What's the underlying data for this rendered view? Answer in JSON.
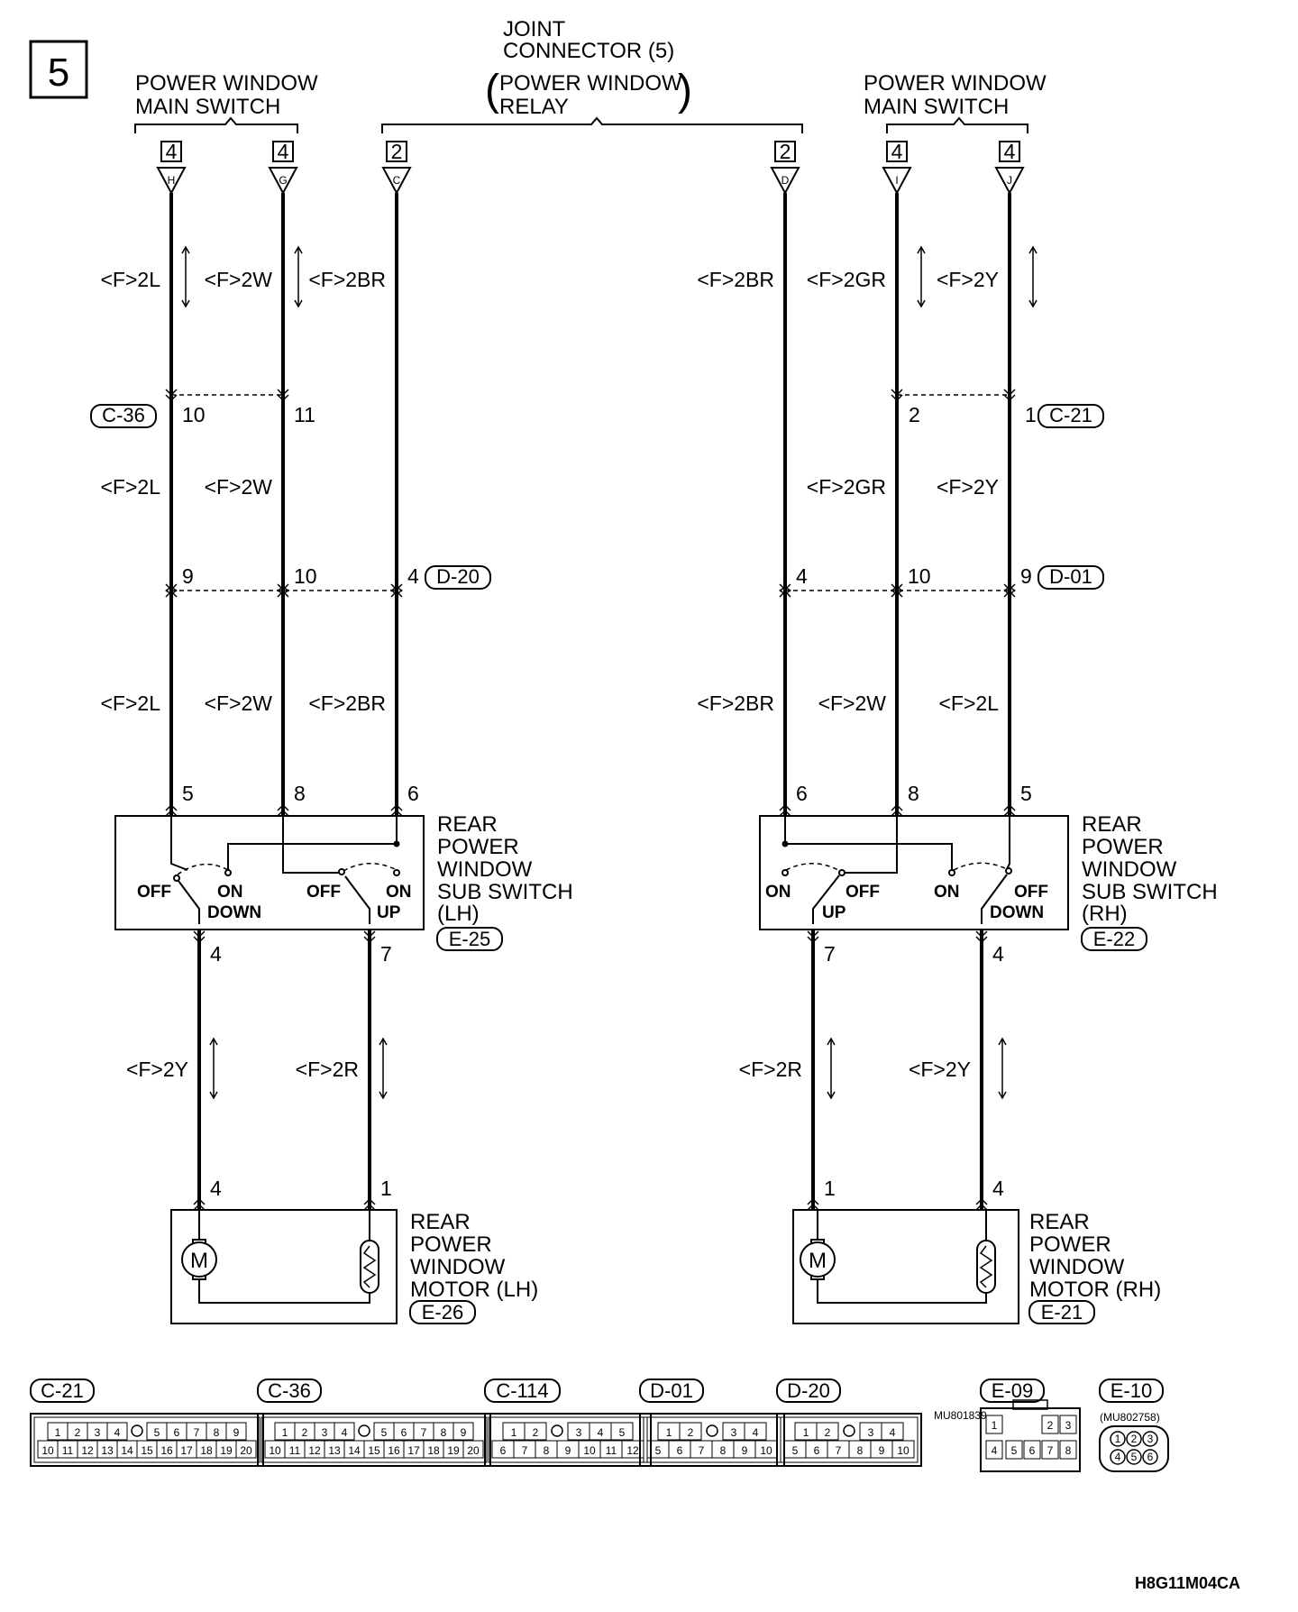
{
  "page_number": "5",
  "drawing_id": "H8G11M04CA",
  "top_labels": {
    "main_switch_left": [
      "POWER WINDOW",
      "MAIN SWITCH"
    ],
    "joint_connector": [
      "JOINT",
      "CONNECTOR (5)"
    ],
    "relay": [
      "POWER WINDOW",
      "RELAY"
    ],
    "main_switch_right": [
      "POWER WINDOW",
      "MAIN SWITCH"
    ]
  },
  "top_terminals": [
    {
      "num": "4",
      "letter": "H"
    },
    {
      "num": "4",
      "letter": "G"
    },
    {
      "num": "2",
      "letter": "C"
    },
    {
      "num": "2",
      "letter": "D"
    },
    {
      "num": "4",
      "letter": "I"
    },
    {
      "num": "4",
      "letter": "J"
    }
  ],
  "wire_colors": {
    "seg1": [
      "<F>2L",
      "<F>2W",
      "<F>2BR",
      "<F>2BR",
      "<F>2GR",
      "<F>2Y"
    ],
    "seg2": [
      "<F>2L",
      "<F>2W",
      "<F>2GR",
      "<F>2Y"
    ],
    "seg3": [
      "<F>2L",
      "<F>2W",
      "<F>2BR",
      "<F>2BR",
      "<F>2W",
      "<F>2L"
    ],
    "motor_left": [
      "<F>2Y",
      "<F>2R"
    ],
    "motor_right": [
      "<F>2R",
      "<F>2Y"
    ]
  },
  "connectors": {
    "c36": {
      "id": "C-36",
      "pins": [
        "10",
        "11"
      ]
    },
    "c21": {
      "id": "C-21",
      "pins": [
        "2",
        "1"
      ]
    },
    "d20": {
      "id": "D-20",
      "pins": [
        "9",
        "10",
        "4"
      ]
    },
    "d01": {
      "id": "D-01",
      "pins": [
        "4",
        "10",
        "9"
      ]
    }
  },
  "sub_switch_lh": {
    "id": "E-25",
    "label": [
      "REAR",
      "POWER",
      "WINDOW",
      "SUB SWITCH",
      "(LH)"
    ],
    "top_pins": [
      "5",
      "8",
      "6"
    ],
    "bottom_pins": [
      "4",
      "7"
    ],
    "contacts": [
      "OFF",
      "ON",
      "DOWN",
      "OFF",
      "ON",
      "UP"
    ]
  },
  "sub_switch_rh": {
    "id": "E-22",
    "label": [
      "REAR",
      "POWER",
      "WINDOW",
      "SUB SWITCH",
      "(RH)"
    ],
    "top_pins": [
      "6",
      "8",
      "5"
    ],
    "bottom_pins": [
      "7",
      "4"
    ],
    "contacts": [
      "ON",
      "OFF",
      "UP",
      "ON",
      "OFF",
      "DOWN"
    ]
  },
  "motor_lh": {
    "id": "E-26",
    "label": [
      "REAR",
      "POWER",
      "WINDOW",
      "MOTOR (LH)"
    ],
    "pins": [
      "4",
      "1"
    ],
    "symbol": "M"
  },
  "motor_rh": {
    "id": "E-21",
    "label": [
      "REAR",
      "POWER",
      "WINDOW",
      "MOTOR (RH)"
    ],
    "pins": [
      "1",
      "4"
    ],
    "symbol": "M"
  },
  "connector_faces": [
    {
      "id": "C-21",
      "rows": [
        [
          "1",
          "2",
          "3",
          "4",
          "",
          "5",
          "6",
          "7",
          "8",
          "9"
        ],
        [
          "10",
          "11",
          "12",
          "13",
          "14",
          "15",
          "16",
          "17",
          "18",
          "19",
          "20"
        ]
      ]
    },
    {
      "id": "C-36",
      "rows": [
        [
          "1",
          "2",
          "3",
          "4",
          "",
          "5",
          "6",
          "7",
          "8",
          "9"
        ],
        [
          "10",
          "11",
          "12",
          "13",
          "14",
          "15",
          "16",
          "17",
          "18",
          "19",
          "20"
        ]
      ]
    },
    {
      "id": "C-114",
      "rows": [
        [
          "1",
          "2",
          "",
          "3",
          "4",
          "5"
        ],
        [
          "6",
          "7",
          "8",
          "9",
          "10",
          "11",
          "12"
        ]
      ]
    },
    {
      "id": "D-01",
      "rows": [
        [
          "1",
          "2",
          "",
          "3",
          "4"
        ],
        [
          "5",
          "6",
          "7",
          "8",
          "9",
          "10"
        ]
      ]
    },
    {
      "id": "D-20",
      "rows": [
        [
          "1",
          "2",
          "",
          "3",
          "4"
        ],
        [
          "5",
          "6",
          "7",
          "8",
          "9",
          "10"
        ]
      ]
    },
    {
      "id": "E-09",
      "part": "MU801839",
      "rows": [
        [
          "1",
          "2",
          "3"
        ],
        [
          "4",
          "5",
          "6",
          "7",
          "8"
        ]
      ]
    },
    {
      "id": "E-10",
      "part": "(MU802758)",
      "rows": [
        [
          "1",
          "2",
          "3"
        ],
        [
          "4",
          "5",
          "6"
        ]
      ]
    }
  ]
}
